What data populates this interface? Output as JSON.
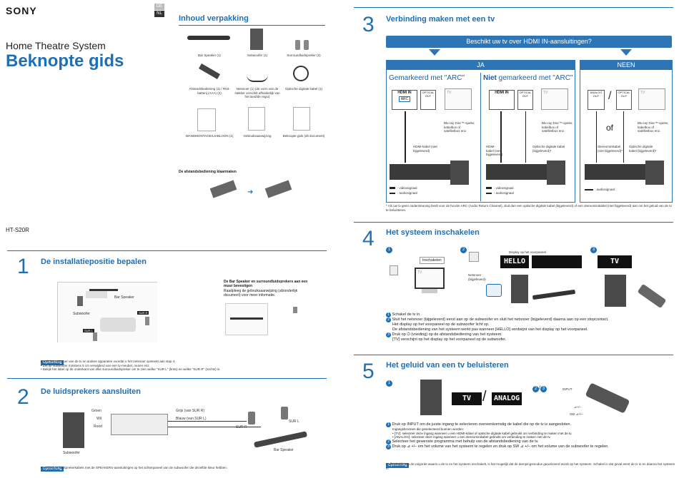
{
  "brand": "SONY",
  "languages": [
    "DE",
    "NL"
  ],
  "product": "Home Theatre System",
  "title": "Beknopte gids",
  "model": "HT-S20R",
  "package": {
    "heading": "Inhoud verpakking",
    "items": [
      "Bar Speaker (1)",
      "Subwoofer (1)",
      "Surroundluidspreker (2)",
      "Afstandsbediening (1) / R03-batterij (AAA) (2)",
      "Netsnoer (1) (de vorm van de stekker verschilt afhankelijk van het land/de regio)",
      "Optische digitale kabel (1)",
      "WANDMONTAGESJABLOON (1)",
      "Gebruiksaanwijzing",
      "Beknopte gids (dit document)"
    ],
    "remote_prep": "De afstandsbediening klaarmaken"
  },
  "s1": {
    "num": "1",
    "heading": "De installatiepositie bepalen",
    "labels": {
      "bar": "Bar Speaker",
      "sub": "Subwoofer",
      "surr": "SUR R",
      "surl": "SUR L"
    },
    "wall_title": "De Bar Speaker en surroundluidsprekers aan een muur bevestigen",
    "wall_text": "Raadpleeg de gebruiksaanwijzing (afzonderlijk document) voor meer informatie.",
    "note_tag": "Opmerking",
    "notes": [
      "Trek het netsnoer van de tv en andere apparaten voordat u het netsnoer opsteekt aan stap 4.",
      "Zet de subwoofer minstens 5 cm verwijderd van een tv-meubel, muren enz.",
      "Bekijk het label op de onderkant van elke surroundluidspreker om te zien welke \"SUR L\" (links) en welke \"SUR R\" (rechts) is."
    ]
  },
  "s2": {
    "num": "2",
    "heading": "De luidsprekers aansluiten",
    "labels": {
      "green": "Groen",
      "white": "Wit",
      "red": "Rood",
      "grey": "Grijs (van SUR R)",
      "bluec": "Blauw (van SUR L)",
      "surr": "SUR R",
      "surl": "SUR L",
      "sub": "Subwoofer",
      "bar": "Bar Speaker"
    },
    "note_tag": "Opmerking",
    "note": "Verbind de luidsprekerkabels met de SPEAKERS-aansluitingen op het achterpaneel van de subwoofer die dezelfde kleur hebben."
  },
  "s3": {
    "num": "3",
    "heading": "Verbinding maken met een tv",
    "question": "Beschikt uw tv over HDMI IN-aansluitingen?",
    "ja": "JA",
    "neen": "NEEN",
    "arc": "Gemarkeerd met \"ARC\"",
    "no_arc_prefix": "Niet",
    "no_arc": " gemarkeerd met \"ARC\"",
    "hdmi": "HDMI IN",
    "arc_tag": "ARC",
    "optical": "OPTICAL OUT",
    "analog": "ANALOG OUT",
    "tv": "TV",
    "bluray": "Blu-ray Disc™-speler, kabelbox of satellietbox enz.",
    "hdmi_cable": "HDMI-kabel (niet bijgeleverd)",
    "opt_cable": "Optische digitale kabel (bijgeleverd)*",
    "stereo_cable": "Stereominikabel (niet bijgeleverd)*",
    "opt_cable2": "Optische digitale kabel (bijgeleverd)*",
    "of": "of",
    "video": ": videosignaal",
    "audio": ": audiosignaal",
    "footnote": "* Als uw tv geen ondersteuning biedt voor de functie ARC (Audio Return Channel), sluit dan een optische digitale kabel (bijgeleverd) of een stereominikabel (niet bijgeleverd) aan om het geluid van de tv te beluisteren."
  },
  "s4": {
    "num": "4",
    "heading": "Het systeem inschakelen",
    "plug": "Inschakelen",
    "cord": "Netsnoer (bijgeleverd)",
    "tv": "TV",
    "disp_label": "Display op het voorpaneel",
    "hello": "HELLO",
    "tvdisp": "TV",
    "steps": [
      "Schakel de tv in.",
      "Sluit het netsnoer (bijgeleverd) eerst aan op de subwoofer en sluit het netsnoer (bijgeleverd) daarna aan op een stopcontact.",
      "Het display op het voorpaneel op de subwoofer licht op.",
      "De afstandsbediening van het systeem werkt pas wanneer [HELLO] verdwijnt van het display op het voorpaneel.",
      "Druk op ⏻ (voeding) op de afstandsbediening van het systeem.",
      "[TV] verschijnt op het display op het voorpaneel op de subwoofer."
    ]
  },
  "s5": {
    "num": "5",
    "heading": "Het geluid van een tv beluisteren",
    "tv": "TV",
    "analog": "ANALOG",
    "input": "INPUT",
    "vol": "⊿+/–",
    "sw": "SW ⊿+/–",
    "steps": [
      "Druk op INPUT om de juiste ingang te selecteren overeenkomstig de kabel die op de tv is aangesloten.",
      "Ingangsbronnen die geselecteerd kunnen worden:",
      "• [TV]: selecteer deze ingang wanneer u een HDMI-kabel of optische digitale kabel gebruikt om verbinding te maken met de tv.",
      "• [ANALOG]: selecteer deze ingang wanneer u een stereominikabel gebruikt om verbinding te maken met de tv.",
      "Selecteer het gewenste programma met behulp van de afstandsbediening van de tv.",
      "Druk op ⊿ +/– om het volume van het systeem te regelen en druk op SW ⊿ +/– om het volume van de subwoofer te regelen."
    ],
    "note_tag": "Opmerking",
    "note": "Afhankelijk van de volgorde waarin u de tv en het systeem inschakelt, is het mogelijk dat de dempingsmodus geactiveerd wordt op het systeem. Schakel in dat geval eerst de tv in en daarna het systeem in."
  }
}
